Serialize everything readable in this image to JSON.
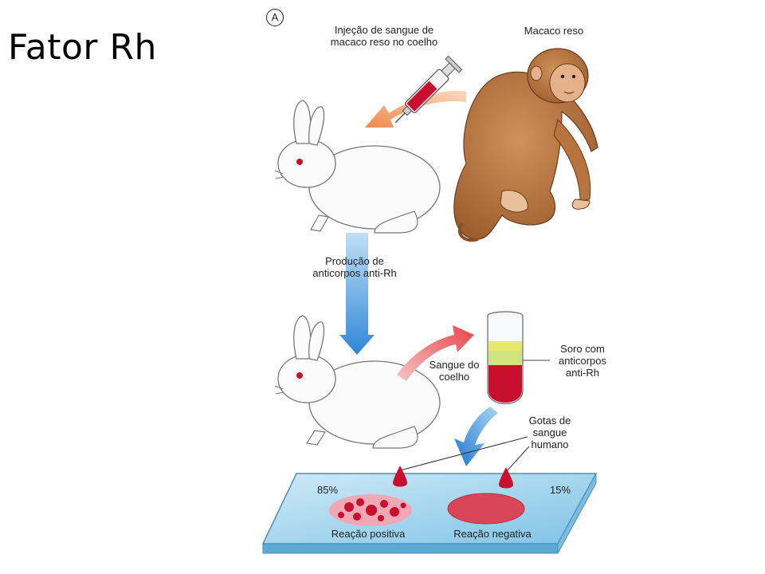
{
  "slide": {
    "title": "Fator Rh"
  },
  "diagram": {
    "panel_marker": "A",
    "labels": {
      "injection": "Injeção de sangue de\nmacaco reso no coelho",
      "monkey": "Macaco reso",
      "antibody_production": "Produção de\nanticorpos anti-Rh",
      "rabbit_blood": "Sangue do\ncoelho",
      "serum": "Soro com\nanticorpos\nanti-Rh",
      "drops": "Gotas de\nsangue\nhumano",
      "percent_positive": "85%",
      "percent_negative": "15%",
      "positive_reaction": "Reação positiva",
      "negative_reaction": "Reação negativa"
    },
    "colors": {
      "blue_arrow": "#2f86d6",
      "red_arrow": "#e8444a",
      "orange_arrow": "#f08a4b",
      "blood": "#c8102e",
      "serum_yellow": "#e8e86a",
      "slide_glass": "#9fd3ec",
      "monkey_fur": "#b8743f"
    }
  }
}
